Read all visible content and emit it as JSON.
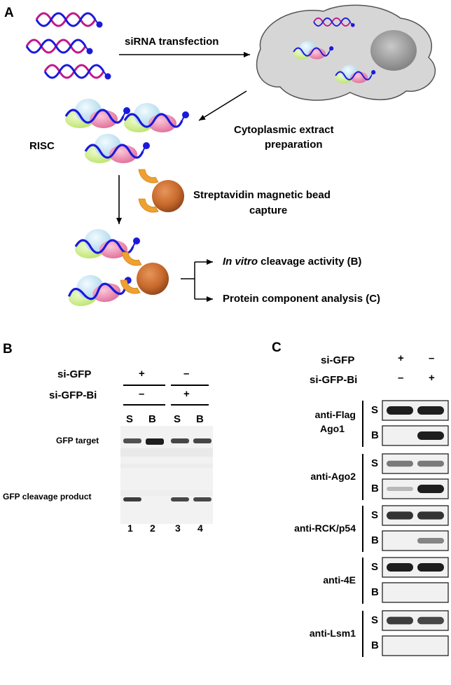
{
  "panel_a": {
    "letter": "A",
    "siRNA_transfection": "siRNA transfection",
    "extract_line1": "Cytoplasmic extract",
    "extract_line2": "preparation",
    "risc": "RISC",
    "capture_line1": "Streptavidin magnetic bead",
    "capture_line2": "capture",
    "outcome1_italic": "In vitro",
    "outcome1_rest": " cleavage activity (B)",
    "outcome2": "Protein component analysis (C)"
  },
  "panel_b": {
    "letter": "B",
    "row_si_gfp": "si-GFP",
    "row_si_gfp_bi": "si-GFP-Bi",
    "si_gfp_signs": [
      "+",
      "–"
    ],
    "si_gfp_bi_signs": [
      "–",
      "+"
    ],
    "lane_labels": [
      "S",
      "B",
      "S",
      "B"
    ],
    "band_target": "GFP target",
    "band_product": "GFP cleavage product",
    "lane_numbers": [
      "1",
      "2",
      "3",
      "4"
    ],
    "target_intensity": [
      0.75,
      1.0,
      0.8,
      0.8
    ],
    "product_intensity": [
      0.85,
      0.0,
      0.8,
      0.8
    ]
  },
  "panel_c": {
    "letter": "C",
    "row_si_gfp": "si-GFP",
    "row_si_gfp_bi": "si-GFP-Bi",
    "si_gfp_signs": [
      "+",
      "–"
    ],
    "si_gfp_bi_signs": [
      "–",
      "+"
    ],
    "fraction_labels": [
      "S",
      "B"
    ],
    "blots": [
      {
        "label": "anti-Flag",
        "label2": "Ago1",
        "S": [
          1.0,
          1.0
        ],
        "B": [
          0.0,
          1.0
        ]
      },
      {
        "label": "anti-Ago2",
        "label2": "",
        "S": [
          0.55,
          0.55
        ],
        "B": [
          0.25,
          1.0
        ]
      },
      {
        "label": "anti-RCK/p54",
        "label2": "",
        "S": [
          0.9,
          0.9
        ],
        "B": [
          0.0,
          0.5
        ]
      },
      {
        "label": "anti-4E",
        "label2": "",
        "S": [
          1.0,
          1.0
        ],
        "B": [
          0.0,
          0.0
        ]
      },
      {
        "label": "anti-Lsm1",
        "label2": "",
        "S": [
          0.85,
          0.8
        ],
        "B": [
          0.0,
          0.0
        ]
      }
    ]
  },
  "colors": {
    "strand_magenta": "#c2188b",
    "strand_blue": "#1a1adc",
    "cap_blue": "#1a1adc",
    "protein_cyan": "#cfe9f4",
    "protein_pink": "#ee8fb2",
    "protein_green": "#d3f08f",
    "streptavidin": "#f0a030",
    "bead": "#c8692d",
    "cell": "#d6d6d6",
    "nucleus": "#9a9a9a"
  }
}
